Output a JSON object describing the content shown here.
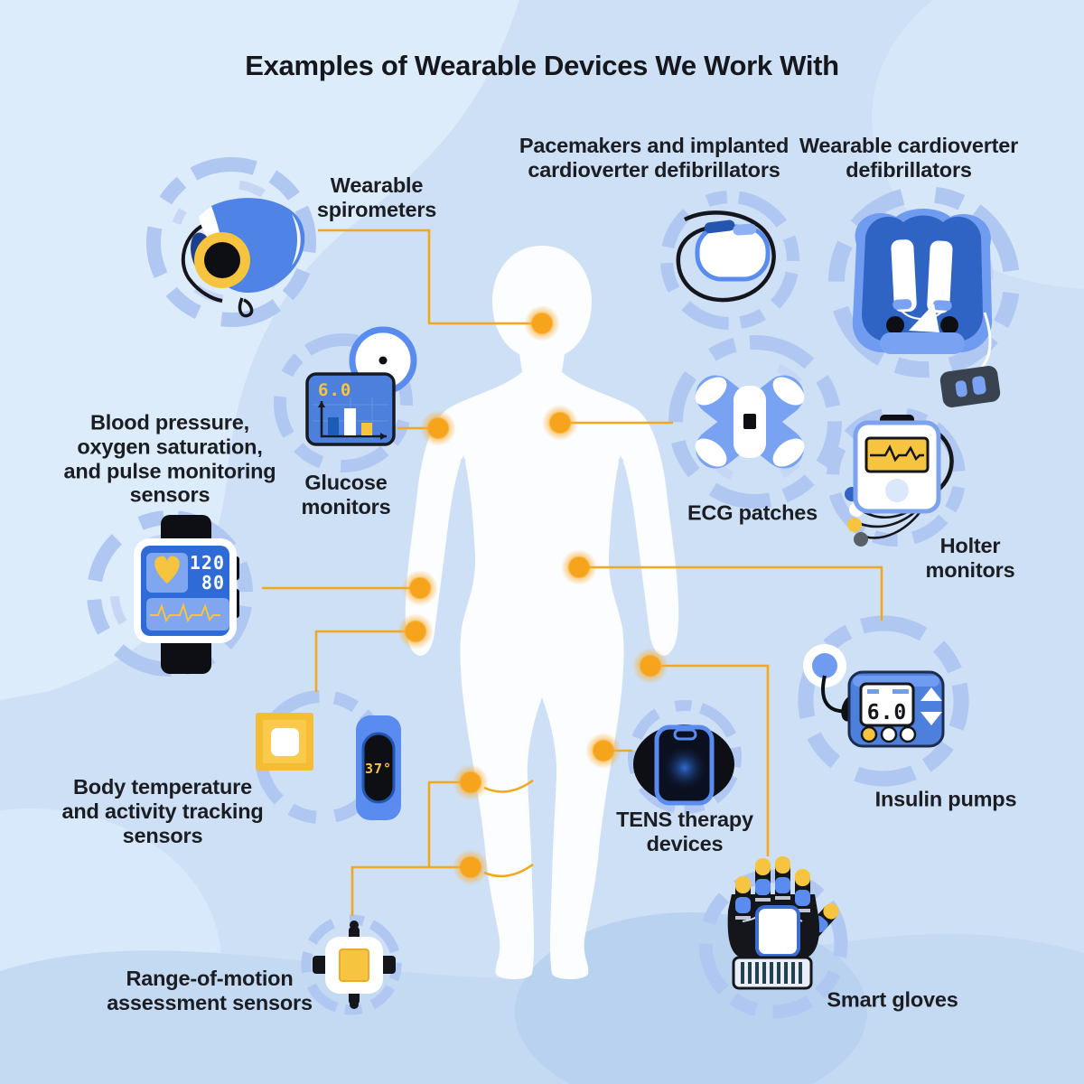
{
  "title": "Examples of Wearable Devices We Work With",
  "colors": {
    "background": "#CDE0F6",
    "background_light_blob": "#DCECFB",
    "background_dark_wave": "#C4D9F2",
    "background_dark_blob": "#B9D2EF",
    "connector_line": "#F2A71F",
    "connector_dot": "#F7A41D",
    "dashed_ring": "#B0C7F2",
    "primary_blue": "#4D80DC",
    "dark_blue": "#2456B0",
    "pale_blue": "#7FA6EE",
    "accent_yellow": "#F6C43E",
    "icon_black": "#101216",
    "body_silhouette": "#FBFDFF"
  },
  "devices": [
    {
      "name": "wearable-spirometers",
      "label": "Wearable\nspirometers",
      "icon": "face-mask-icon"
    },
    {
      "name": "pacemakers-and-implanted-icds",
      "label": "Pacemakers and implanted\ncardioverter defibrillators",
      "icon": "pacemaker-icon"
    },
    {
      "name": "wearable-cardioverter-defibrillators",
      "label": "Wearable cardioverter\ndefibrillators",
      "icon": "defibrillator-vest-icon"
    },
    {
      "name": "glucose-monitors",
      "label": "Glucose\nmonitors",
      "icon": "glucose-monitor-icon",
      "reading": "6.0"
    },
    {
      "name": "bp-oxygen-pulse-sensors",
      "label": "Blood pressure,\noxygen saturation,\nand pulse monitoring\nsensors",
      "icon": "smartwatch-icon",
      "systolic": "120",
      "diastolic": "80"
    },
    {
      "name": "ecg-patches",
      "label": "ECG patches",
      "icon": "ecg-patch-icon"
    },
    {
      "name": "holter-monitors",
      "label": "Holter\nmonitors",
      "icon": "holter-monitor-icon"
    },
    {
      "name": "insulin-pumps",
      "label": "Insulin pumps",
      "icon": "insulin-pump-icon",
      "reading": "6.0"
    },
    {
      "name": "tens-therapy-devices",
      "label": "TENS therapy\ndevices",
      "icon": "tens-device-icon"
    },
    {
      "name": "smart-gloves",
      "label": "Smart gloves",
      "icon": "smart-glove-icon"
    },
    {
      "name": "body-temperature-activity-sensors",
      "label": "Body temperature\nand activity tracking\nsensors",
      "icon": "fitness-band-icon",
      "reading": "37°"
    },
    {
      "name": "range-of-motion-sensors",
      "label": "Range-of-motion\nassessment sensors",
      "icon": "motion-sensor-icon"
    }
  ]
}
